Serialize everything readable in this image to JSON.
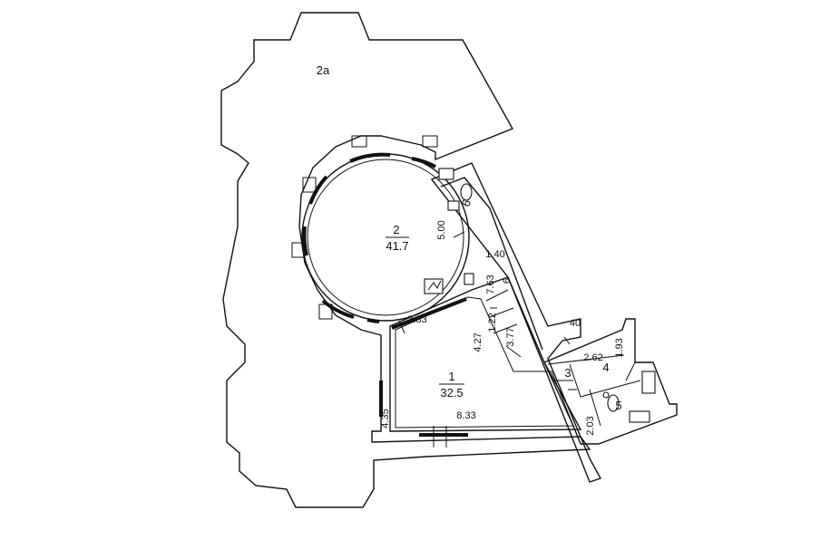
{
  "rooms": [
    {
      "id": "2a",
      "number": "2а",
      "area": ""
    },
    {
      "id": "2",
      "number": "2",
      "area": "41.7"
    },
    {
      "id": "1",
      "number": "1",
      "area": "32.5"
    },
    {
      "id": "3",
      "number": "3",
      "area": ""
    },
    {
      "id": "4",
      "number": "4",
      "area": ""
    },
    {
      "id": "5",
      "number": "5",
      "area": ""
    },
    {
      "id": "6",
      "number": "6",
      "area": ""
    }
  ],
  "dimensions": {
    "d_5_00": "5.00",
    "d_1_40": "1.40",
    "d_7_63": "7.63",
    "d_6": "6",
    "d_3_83": "3.83",
    "d_1_22": "1.22",
    "d_3_77": "3.77",
    "d_4_27": "4.27",
    "d_40": "40",
    "d_2_62": "2.62",
    "d_1_93": "1.93",
    "d_4_35": "4.35",
    "d_8_33": "8.33",
    "d_2_03": "2.03"
  }
}
